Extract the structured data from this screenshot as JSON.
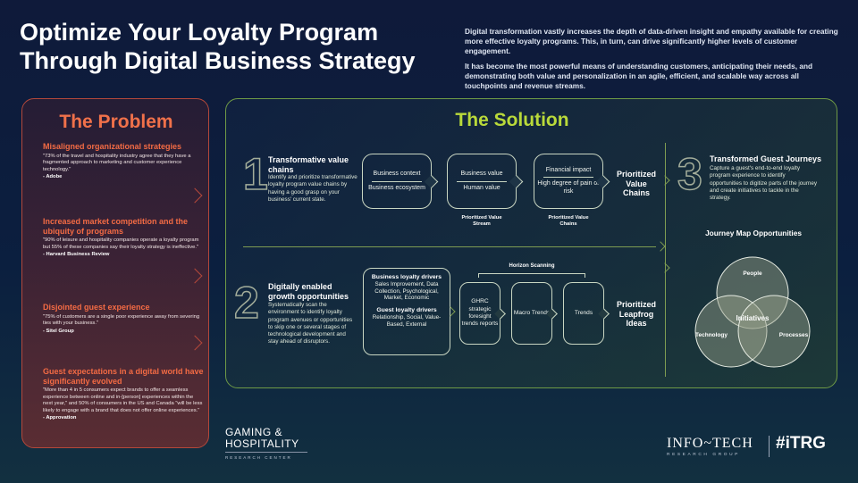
{
  "title": "Optimize Your Loyalty Program Through Digital Business Strategy",
  "intro": {
    "p1": "Digital transformation vastly increases the depth of data-driven insight and empathy available for creating more effective loyalty programs. This, in turn, can drive significantly higher levels of customer engagement.",
    "p2": "It has become the most powerful means of understanding customers, anticipating their needs, and demonstrating both value and personalization in an agile, efficient, and scalable way across all touchpoints and revenue streams."
  },
  "problem": {
    "title": "The Problem",
    "items": [
      {
        "heading": "Misaligned organizational strategies",
        "body": "\"73% of the travel and hospitality industry agree that they have a fragmented approach to marketing and customer experience technology.\"",
        "source": "- Adobe"
      },
      {
        "heading": "Increased market competition and the ubiquity of programs",
        "body": "\"90% of leisure and hospitality companies operate a loyalty program but 55% of these companies say their loyalty strategy is ineffective.\"",
        "source": "- Harvard Business Review"
      },
      {
        "heading": "Disjointed guest experience",
        "body": "\"75% of customers are a single poor experience away from severing ties with your business.\"",
        "source": "- Sitel Group"
      },
      {
        "heading": "Guest expectations in a digital world have significantly evolved",
        "body": "\"More than 4 in 5 consumers expect brands to offer a seamless experience between online and in-[person] experiences within the next year,\" and 50% of consumers in the US and Canada \"will be less likely to engage with a brand that does not offer online experiences.\"",
        "source": "- Approvation"
      }
    ]
  },
  "solution": {
    "title": "The Solution",
    "step1": {
      "number": "1",
      "heading": "Transformative value chains",
      "body": "Identify and prioritize transformative loyalty program value chains by having a good grasp on your business' current state.",
      "chevrons": [
        {
          "top": "Business context",
          "bottom": "Business ecosystem"
        },
        {
          "top": "Business value",
          "bottom": "Human value"
        },
        {
          "top": "Financial impact",
          "bottom": "High degree of pain or risk"
        }
      ],
      "under_labels": [
        "Prioritized Value Stream",
        "Prioritized Value Chains"
      ],
      "result": "Prioritized Value Chains"
    },
    "step2": {
      "number": "2",
      "heading": "Digitally enabled growth opportunities",
      "body": "Systematically scan the environment to identify loyalty program avenues or opportunities to skip one or several stages of technological development and stay ahead of disruptors.",
      "drivers": {
        "business_title": "Business loyalty drivers",
        "business_text": "Sales Improvement, Data Collection, Psychological, Market, Economic",
        "guest_title": "Guest loyalty drivers",
        "guest_text": "Relationship, Social, Value-Based, External"
      },
      "horizon_label": "Horizon Scanning",
      "horizon_items": [
        "GHRC strategic foresight trends reports",
        "Macro Trends",
        "Trends"
      ],
      "result": "Prioritized Leapfrog Ideas"
    },
    "step3": {
      "number": "3",
      "heading": "Transformed Guest Journeys",
      "body": "Capture a guest's end-to-end loyalty program experience to identify opportunities to digitize parts of the journey and create initiatives to tackle in the strategy.",
      "venn_title": "Journey Map Opportunities",
      "venn": {
        "top": "People",
        "left": "Technology",
        "right": "Processes",
        "center": "Initiatives"
      }
    }
  },
  "footer": {
    "logo_left_l1": "GAMING &",
    "logo_left_l2": "HOSPITALITY",
    "logo_left_l3": "RESEARCH CENTER",
    "logo_right_a": "INFO~TECH",
    "logo_right_b": "RESEARCH GROUP",
    "logo_itrg": "#iTRG"
  },
  "colors": {
    "problem_accent": "#f46b44",
    "solution_accent": "#b9d93a",
    "background": "#0f1a3a"
  }
}
